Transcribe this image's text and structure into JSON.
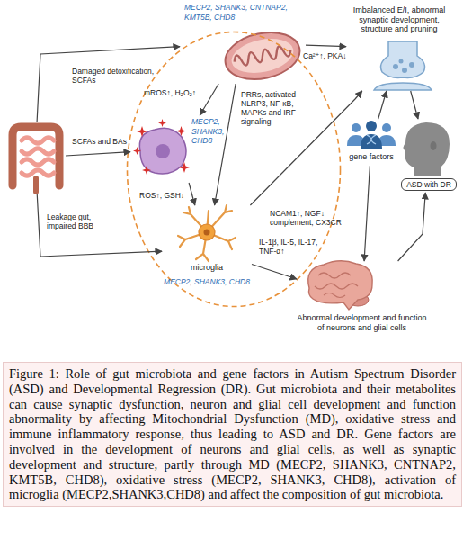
{
  "diagram": {
    "caption": "Figure 1: Role of gut microbiota and gene factors in Autism Spectrum Disorder (ASD) and Developmental Regression (DR). Gut microbiota and their metabolites can cause synaptic dysfunction, neuron and glial cell development and function abnormality by affecting Mitochondrial Dysfunction (MD), oxidative stress and immune inflammatory response, thus leading to ASD and DR. Gene factors are involved in the development of neurons and glial cells, as well as synaptic development and structure, partly through MD (MECP2, SHANK3, CNTNAP2, KMT5B, CHD8), oxidative stress (MECP2, SHANK3, CHD8), activation of microglia (MECP2,SHANK3,CHD8) and affect the composition of gut microbiota.",
    "nodes": [
      {
        "text": []
      },
      {
        "text": [
          "MECP2, SHANK3, CNTNAP2, KMT5B, CHD8"
        ],
        "in": 0
      },
      {
        "text": [
          "MECP2, SHANK3, CHD8"
        ],
        "in": 0
      },
      {
        "text": [
          "microglia",
          "MECP2, SHANK3, CHD8"
        ],
        "in": 0
      },
      {
        "text": []
      },
      {
        "text": [
          "Imbalanced E/I, abnormal synaptic development, structure and pruning"
        ]
      },
      {
        "text": [
          "gene factors"
        ]
      },
      {
        "text": [
          "Abnormal development and function of neurons and glial cells"
        ]
      },
      {
        "text": [
          "ASD with DR"
        ]
      }
    ],
    "edges": [
      {
        "from": 4,
        "to": 1,
        "label": "Damaged detoxification, SCFAs",
        "arrow": "to"
      },
      {
        "from": 4,
        "to": 2,
        "label": "SCFAs and BAs",
        "arrow": "to"
      },
      {
        "from": 4,
        "to": 3,
        "label": "Leakage gut, impaired BBB",
        "arrow": "to"
      },
      {
        "from": 1,
        "to": 2,
        "label": "mROS↑, H₂O₂↑",
        "arrow": "to"
      },
      {
        "from": 1,
        "to": 3,
        "label": "PRRs, activated NLRP3, NF-κB, MAPKs and IRF signaling",
        "arrow": "to"
      },
      {
        "from": 2,
        "to": 3,
        "label": "ROS↑, GSH↓",
        "arrow": "to"
      },
      {
        "from": 1,
        "to": 5,
        "label": "Ca²⁺↑, PKA↓",
        "arrow": "to"
      },
      {
        "from": 3,
        "to": 5,
        "label": "NCAM1↑, NGF↓ complement, CX3CR",
        "arrow": "to"
      },
      {
        "from": 3,
        "to": 7,
        "label": "IL-1β, IL-5, IL-17, TNF-α↑",
        "arrow": "to"
      },
      {
        "from": 6,
        "to": 5,
        "arrow": "to"
      },
      {
        "from": 6,
        "to": 7,
        "arrow": "to"
      },
      {
        "from": 5,
        "to": 8,
        "arrow": "to"
      },
      {
        "from": 7,
        "to": 8,
        "arrow": "to"
      }
    ]
  }
}
